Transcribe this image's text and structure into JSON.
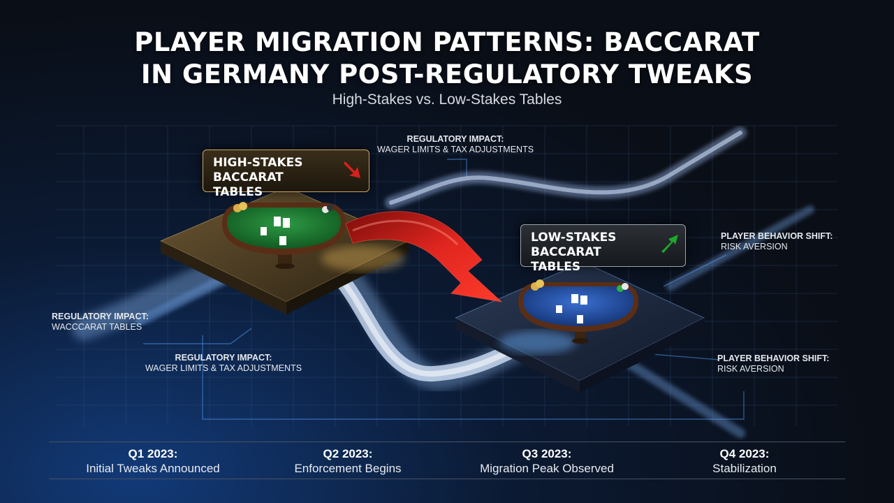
{
  "header": {
    "title_line1": "PLAYER MIGRATION PATTERNS: BACCARAT",
    "title_line2": "IN GERMANY POST-REGULATORY TWEAKS",
    "subtitle": "High-Stakes vs. Low-Stakes Tables"
  },
  "tables": {
    "high": {
      "line1": "HIGH-STAKES",
      "line2": "BACCARAT TABLES",
      "trend_icon": "down-arrow-icon",
      "trend_color": "#d8201c"
    },
    "low": {
      "line1": "LOW-STAKES",
      "line2": "BACCARAT TABLES",
      "trend_icon": "up-arrow-icon",
      "trend_color": "#1fa62c"
    }
  },
  "annotations": [
    {
      "heading": "REGULATORY IMPACT:",
      "body": "WAGER LIMITS & TAX ADJUSTMENTS"
    },
    {
      "heading": "PLAYER BEHAVIOR SHIFT:",
      "body": "RISK AVERSION"
    },
    {
      "heading": "REGULATORY IMPACT:",
      "body": "WACCCARAT TABLES"
    },
    {
      "heading": "REGULATORY IMPACT:",
      "body": "WAGER LIMITS & TAX ADJUSTMENTS"
    },
    {
      "heading": "PLAYER BEHAVIOR SHIFT:",
      "body": "RISK AVERSION"
    }
  ],
  "timeline": [
    {
      "quarter": "Q1 2023:",
      "event": "Initial Tweaks Announced"
    },
    {
      "quarter": "Q2 2023:",
      "event": "Enforcement Begins"
    },
    {
      "quarter": "Q3 2023:",
      "event": "Migration Peak Observed"
    },
    {
      "quarter": "Q4 2023:",
      "event": "Stabilization"
    }
  ],
  "colors": {
    "migration_arrow": "#d8201c",
    "high_table_felt": "#1f7a33",
    "low_table_felt": "#1f4fa0",
    "glow": "#7fb6ff"
  }
}
